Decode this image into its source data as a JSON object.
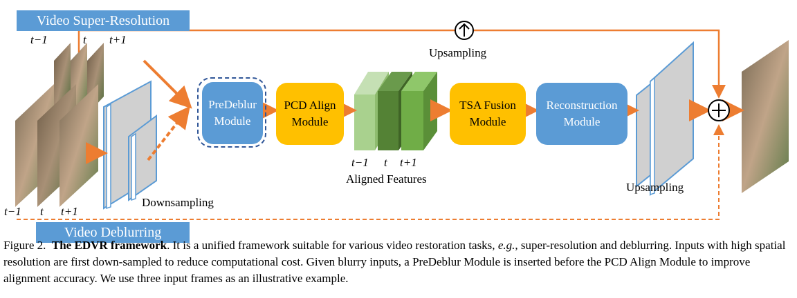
{
  "tags": {
    "super_resolution": "Video Super-Resolution",
    "deblurring": "Video Deblurring"
  },
  "modules": {
    "predeblur": "PreDeblur\nModule",
    "pcd": "PCD Align\nModule",
    "tsa": "TSA Fusion\nModule",
    "reconstruction": "Reconstruction\nModule"
  },
  "labels": {
    "upsampling_top": "Upsampling",
    "upsampling_right": "Upsampling",
    "downsampling": "Downsampling",
    "aligned_features": "Aligned Features"
  },
  "frames": {
    "sr_input": [
      "t−1",
      "t",
      "t+1"
    ],
    "db_input": [
      "t−1",
      "t",
      "t+1"
    ],
    "aligned": [
      "t−1",
      "t",
      "t+1"
    ]
  },
  "colors": {
    "module_blue": "#5b9bd5",
    "module_gold": "#ffc000",
    "arrow_orange": "#ed7d31",
    "feature_light": "#a9d18e",
    "feature_dark": "#548235",
    "feature_mid": "#70ad47"
  },
  "caption": {
    "prefix": "Figure 2.",
    "title": "The EDVR framework",
    "text_1": ". It is a unified framework suitable for various video restoration tasks, ",
    "eg": "e.g.",
    "text_2": ", super-resolution and deblurring. Inputs with high spatial resolution are first down-sampled to reduce computational cost. Given blurry inputs, a PreDeblur Module is inserted before the PCD Align Module to improve alignment accuracy. We use three input frames as an illustrative example."
  }
}
